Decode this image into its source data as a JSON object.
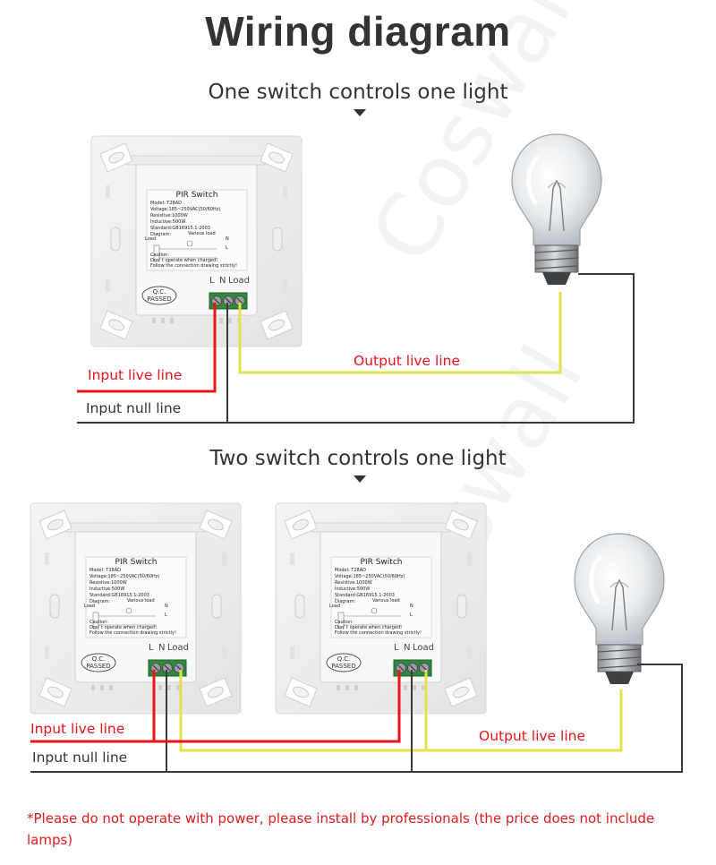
{
  "title": "Wiring diagram",
  "watermark": "Coswall",
  "colors": {
    "live": "#e8141c",
    "null": "#3a3a3a",
    "output": "#e6e04a",
    "note": "#e01b1b",
    "text": "#333333"
  },
  "sections": [
    {
      "heading": "One switch controls one light",
      "labels": {
        "input_live": "Input live line",
        "input_null": "Input null line",
        "output_live": "Output live line"
      }
    },
    {
      "heading": "Two switch controls one light",
      "labels": {
        "input_live": "Input live line",
        "input_null": "Input null line",
        "output_live": "Output live line"
      }
    }
  ],
  "switch": {
    "sticker_title": "PIR Switch",
    "model": "Model: T28AD",
    "voltage": "Voltage:185~250VAC(50/60Hz)",
    "resistive": "Resistive:1000W",
    "inductive": "Inductive:500W",
    "standard": "Standard:GB16915.1-2003",
    "diagram": "Diagram:",
    "various_load": "Various load",
    "load": "Load",
    "n": "N",
    "l": "L",
    "caution": "Caution:",
    "caution_1": "Don' t operate when charged!",
    "caution_2": "Follow the connection drawing strictly!",
    "qc_line1": "Q.C.",
    "qc_line2": "PASSED",
    "terminal_labels": [
      "L",
      "N",
      "Load"
    ]
  },
  "note": "*Please do not operate with power, please install by professionals (the price does not include lamps)"
}
